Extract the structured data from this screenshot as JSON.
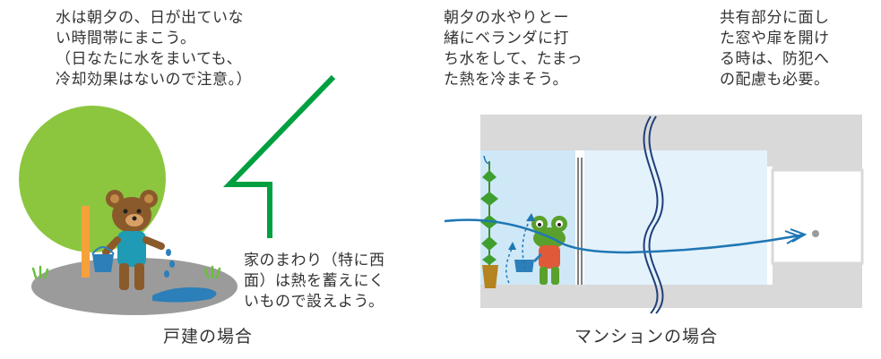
{
  "house": {
    "note_top": "水は朝夕の、日が出ていな\nい時間帯にまこう。\n（日なたに水をまいても、\n冷却効果はないので注意。）",
    "note_bottom": "家のまわり（特に西\n面）は熱を蓄えにく\nいもので設えよう。",
    "caption": "戸建の場合"
  },
  "mansion": {
    "note_left": "朝夕の水やりとー\n緒にベランダに打\nち水をして、たまっ\nた熱を冷まそう。",
    "note_right": "共有部分に面し\nた窓や扉を開け\nる時は、防犯へ\nの配慮も必要。",
    "caption": "マンションの場合"
  },
  "colors": {
    "text": "#333333",
    "tree": "#8cc63f",
    "shadow": "#9b9b9b",
    "wall": "#d9d9d9",
    "airflow": "#1f77b4",
    "leader_line": "#00a040",
    "bear": "#8b5a2b",
    "frog": "#5aa02c",
    "window": "#cfe8f7"
  }
}
